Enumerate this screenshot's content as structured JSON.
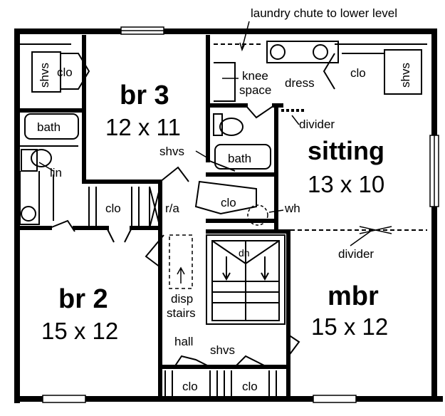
{
  "annotation": "laundry chute to lower level",
  "rooms": {
    "br3": {
      "name": "br 3",
      "dims": "12 x 11"
    },
    "sitting": {
      "name": "sitting",
      "dims": "13 x 10"
    },
    "br2": {
      "name": "br 2",
      "dims": "15 x 12"
    },
    "mbr": {
      "name": "mbr",
      "dims": "15 x 12"
    }
  },
  "labels": {
    "shvs_top_left": "shvs",
    "clo_top_left": "clo",
    "bath_left": "bath",
    "lin": "lin",
    "knee_space_1": "knee",
    "knee_space_2": "space",
    "dress": "dress",
    "clo_top_right": "clo",
    "shvs_top_right": "shvs",
    "divider_upper": "divider",
    "shvs_center": "shvs",
    "bath_center": "bath",
    "clo_mid_left": "clo",
    "ra": "r/a",
    "clo_center": "clo",
    "wh": "wh",
    "dn": "dn",
    "divider_lower": "divider",
    "disp_stairs_1": "disp",
    "disp_stairs_2": "stairs",
    "hall": "hall",
    "shvs_bottom": "shvs",
    "clo_bottom_left": "clo",
    "clo_bottom_right": "clo"
  }
}
